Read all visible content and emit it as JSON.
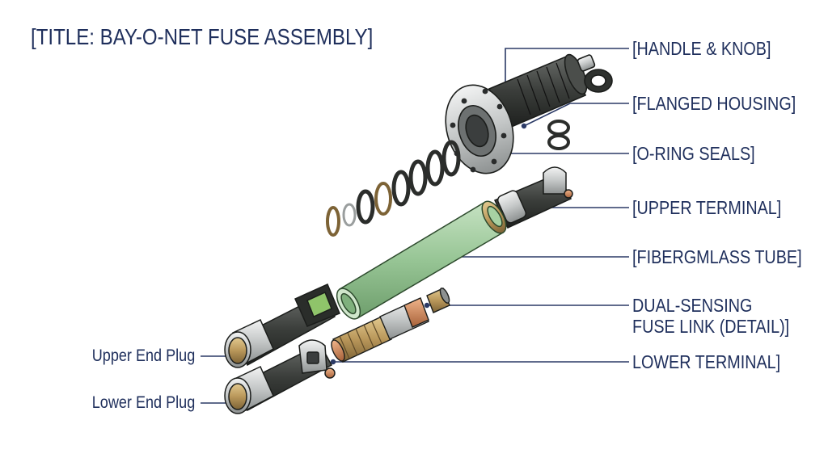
{
  "title": "[TITLE: BAY-O-NET FUSE ASSEMBLY]",
  "labels": {
    "handle_knob": "[HANDLE & KNOB]",
    "flanged_housing": "[FLANGED HOUSING]",
    "o_ring_seals": "[O-RING SEALS]",
    "upper_terminal": "[UPPER TERMINAL]",
    "fiberglass_tube": "[FIBERGMLASS TUBE]",
    "fuse_link_line1": "DUAL-SENSING",
    "fuse_link_line2": "FUSE LINK (DETAIL)]",
    "lower_terminal": "LOWER TERMINAL]",
    "upper_end_plug": "Upper End Plug",
    "lower_end_plug": "Lower End Plug"
  },
  "colors": {
    "label_text": "#1f2f5c",
    "leader_line": "#2b3a66",
    "tube_green": "#9cc79a",
    "rubber_black": "#3a3d3a",
    "metal_silver": "#c9cccc",
    "brass": "#b9975a"
  }
}
